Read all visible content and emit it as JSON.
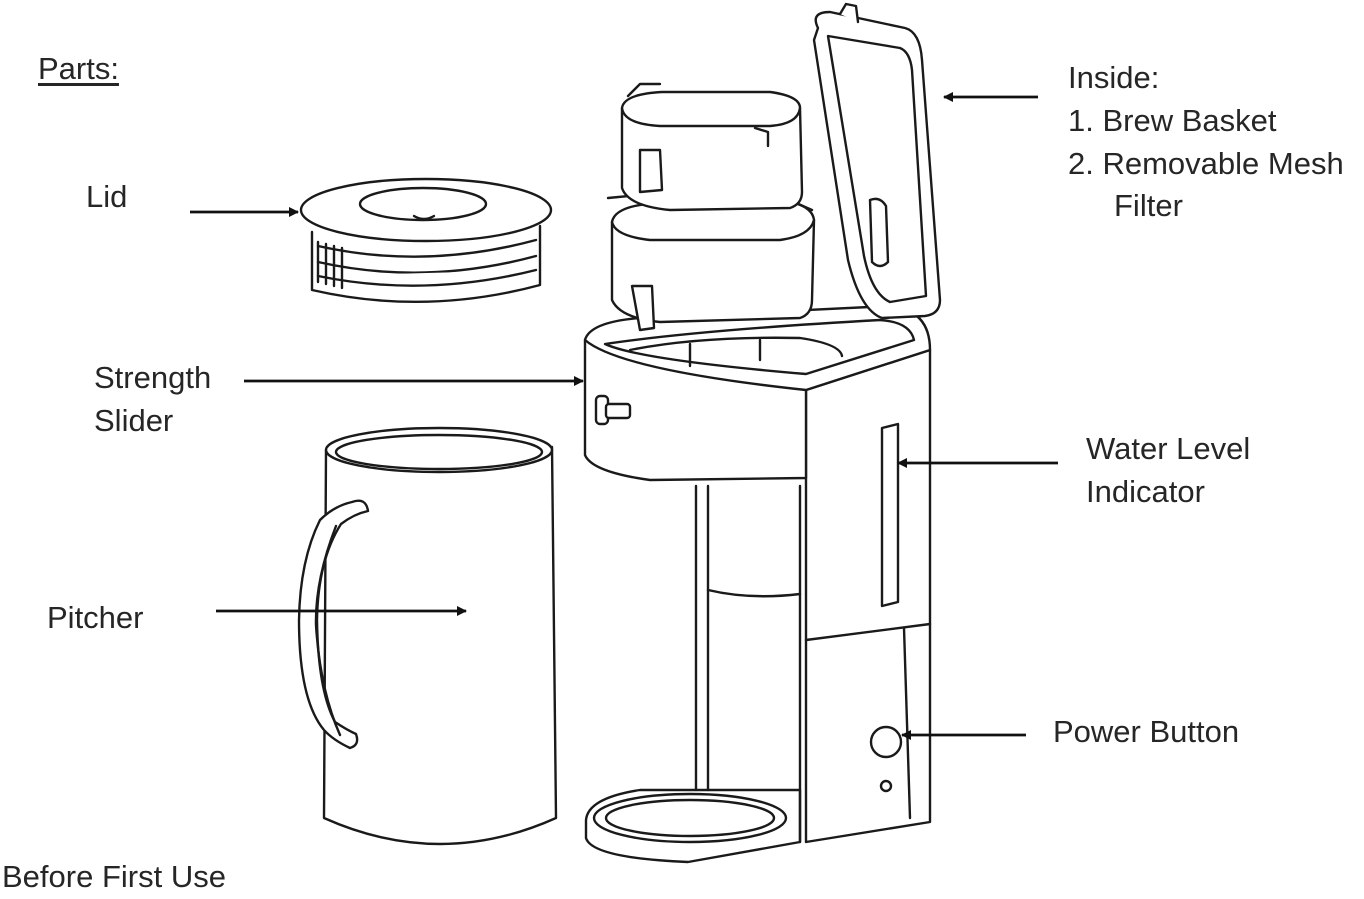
{
  "heading": "Parts:",
  "labels": {
    "lid": "Lid",
    "strength_line1": "Strength",
    "strength_line2": "Slider",
    "pitcher": "Pitcher",
    "water_line1": "Water Level",
    "water_line2": "Indicator",
    "power": "Power Button",
    "inside_title": "Inside:",
    "inside_item1": "1. Brew Basket",
    "inside_item2": "2. Removable Mesh",
    "inside_item2_cont": "Filter"
  },
  "footer": "Before First Use"
}
